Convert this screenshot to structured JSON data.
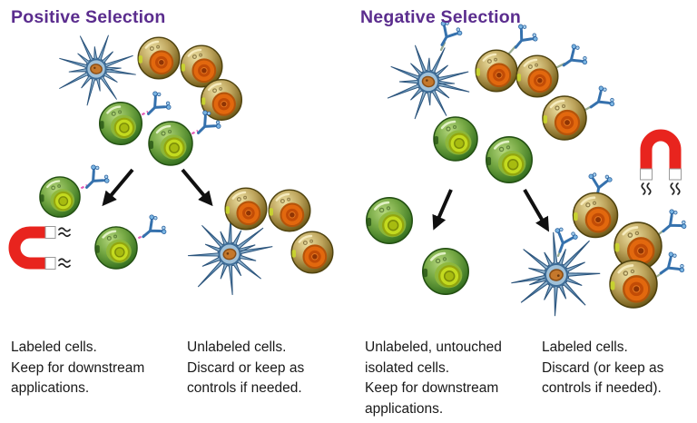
{
  "panels": {
    "positive": {
      "title": "Positive Selection",
      "outcome_left": "Labeled cells.\nKeep for downstream\napplications.",
      "outcome_right": "Unlabeled cells.\nDiscard or keep as\ncontrols if needed."
    },
    "negative": {
      "title": "Negative Selection",
      "outcome_left": "Unlabeled, untouched\nisolated cells.\nKeep for downstream\napplications.",
      "outcome_right": "Labeled cells.\nDiscard (or keep as\ncontrols if needed)."
    }
  },
  "colors": {
    "background": "#ffffff",
    "title_purple": "#5b2d8e",
    "caption_text": "#191919",
    "magnet_red": "#e8241e",
    "arrow_black": "#101010",
    "green_cell": "#3a7522",
    "green_nucleus": "#c3da1f",
    "orange_cell": "#bda45c",
    "orange_nucleus": "#e2680e",
    "dendritic_blue": "#45759f",
    "antibody_blue": "#3571ad",
    "linker_pink": "#e45ab4"
  },
  "icons": {
    "green_cell": "target-cell-green",
    "orange_cell": "non-target-cell-orange",
    "dendritic_cell": "dendritic-cell",
    "antibody": "magnetic-antibody-label",
    "magnet": "horseshoe-magnet",
    "waves": "magnetic-field-waves",
    "arrow": "flow-arrow"
  }
}
